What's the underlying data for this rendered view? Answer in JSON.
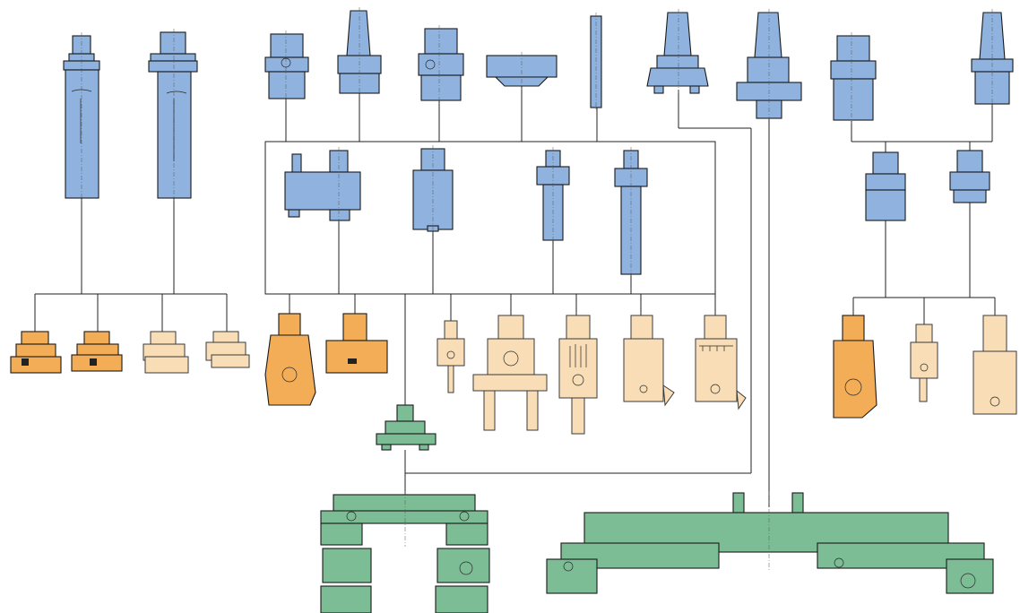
{
  "diagram": {
    "kind": "modular tooling system assembly tree",
    "colors": {
      "holder": "#8fb3de",
      "tool_orange": "#f2ad56",
      "tool_beige": "#f8ddb6",
      "machine_green": "#7dbd96",
      "connector": "#222222"
    },
    "groups": [
      {
        "id": "shank-adapters-long",
        "count": 2
      },
      {
        "id": "machine-spindle-holders",
        "count": 5
      },
      {
        "id": "modular-extensions",
        "count": 4
      },
      {
        "id": "turning-cutters",
        "count": 4
      },
      {
        "id": "boring-heads",
        "count": 7
      },
      {
        "id": "hsk-adapters",
        "count": 2
      },
      {
        "id": "right-boring-heads",
        "count": 3
      },
      {
        "id": "spindle-bases",
        "count": 3
      }
    ]
  }
}
